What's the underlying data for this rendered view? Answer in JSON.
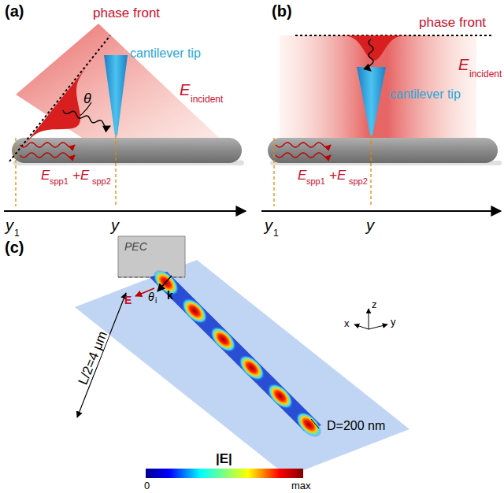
{
  "diagram": {
    "labels": [
      "(a)",
      "phase front",
      "cantilever tip",
      "θ",
      "E",
      "incident",
      "E",
      "spp1",
      "+E",
      "spp2",
      "y",
      "1",
      "y",
      "(b)",
      "phase front",
      "E",
      "incident",
      "cantilever tip",
      "E",
      "spp1",
      "+E",
      "spp2",
      "y",
      "1",
      "y",
      "(c)",
      "PEC",
      "k",
      "E",
      "θ",
      "i",
      "L/2=4 μm",
      "D=200 nm",
      "z",
      "x",
      "y",
      "|E|",
      "0",
      "max"
    ]
  }
}
